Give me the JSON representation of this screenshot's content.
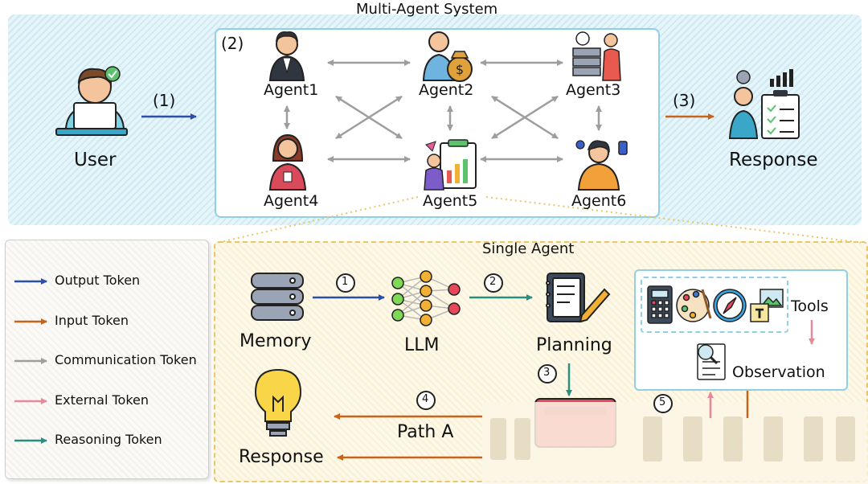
{
  "multi_agent": {
    "title": "Multi-Agent System",
    "step_label": "(2)",
    "agents": [
      "Agent1",
      "Agent2",
      "Agent3",
      "Agent4",
      "Agent5",
      "Agent6"
    ]
  },
  "user": {
    "label": "User",
    "step": "(1)"
  },
  "response_top": {
    "label": "Response",
    "step": "(3)"
  },
  "legend": {
    "items": [
      {
        "label": "Output Token",
        "color": "#2b4fa8"
      },
      {
        "label": "Input Token",
        "color": "#c8641a"
      },
      {
        "label": "Communication Token",
        "color": "#9e9e9e"
      },
      {
        "label": "External Token",
        "color": "#e8899a"
      },
      {
        "label": "Reasoning Token",
        "color": "#2a8f7e"
      }
    ]
  },
  "single_agent": {
    "title": "Single Agent",
    "memory": "Memory",
    "llm": "LLM",
    "planning": "Planning",
    "tools": "Tools",
    "observation": "Observation",
    "path_a": "Path A",
    "response": "Response",
    "steps": [
      "1",
      "2",
      "3",
      "4",
      "5"
    ]
  }
}
